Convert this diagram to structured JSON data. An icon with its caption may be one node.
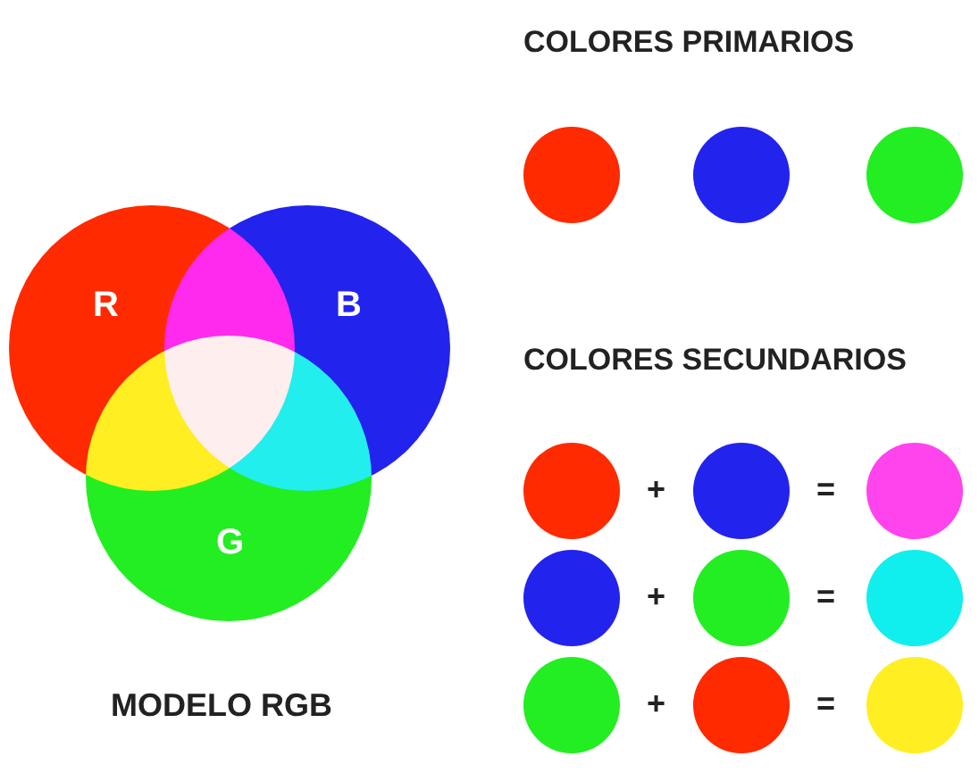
{
  "diagram": {
    "nodes": [
      {
        "text": [
          "R"
        ]
      },
      {
        "text": [
          "B"
        ]
      },
      {
        "text": [
          "G"
        ]
      },
      {
        "text": [],
        "shape": "circle"
      },
      {
        "text": [],
        "shape": "circle"
      },
      {
        "text": [],
        "shape": "circle"
      },
      {
        "text": [],
        "shape": "circle"
      },
      {
        "text": [],
        "shape": "circle"
      },
      {
        "text": [],
        "shape": "circle"
      },
      {
        "text": [],
        "shape": "circle"
      },
      {
        "text": [],
        "shape": "circle"
      },
      {
        "text": [],
        "shape": "circle"
      },
      {
        "text": [],
        "shape": "circle"
      },
      {
        "text": [],
        "shape": "circle"
      },
      {
        "text": [],
        "shape": "circle"
      }
    ],
    "labels": [
      "COLORES PRIMARIOS",
      "COLORES SECUNDARIOS",
      "+",
      "=",
      "+",
      "=",
      "+",
      "=",
      "MODELO RGB"
    ]
  }
}
